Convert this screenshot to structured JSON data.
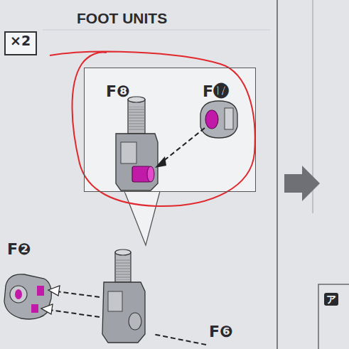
{
  "diagram": {
    "title": "FOOT UNITS",
    "nodes": [
      {
        "text": [
          "×2"
        ]
      },
      {
        "text": [
          "F❽",
          "F⓱"
        ]
      }
    ],
    "labels": [
      "F❷",
      "F❻",
      "ア"
    ]
  }
}
